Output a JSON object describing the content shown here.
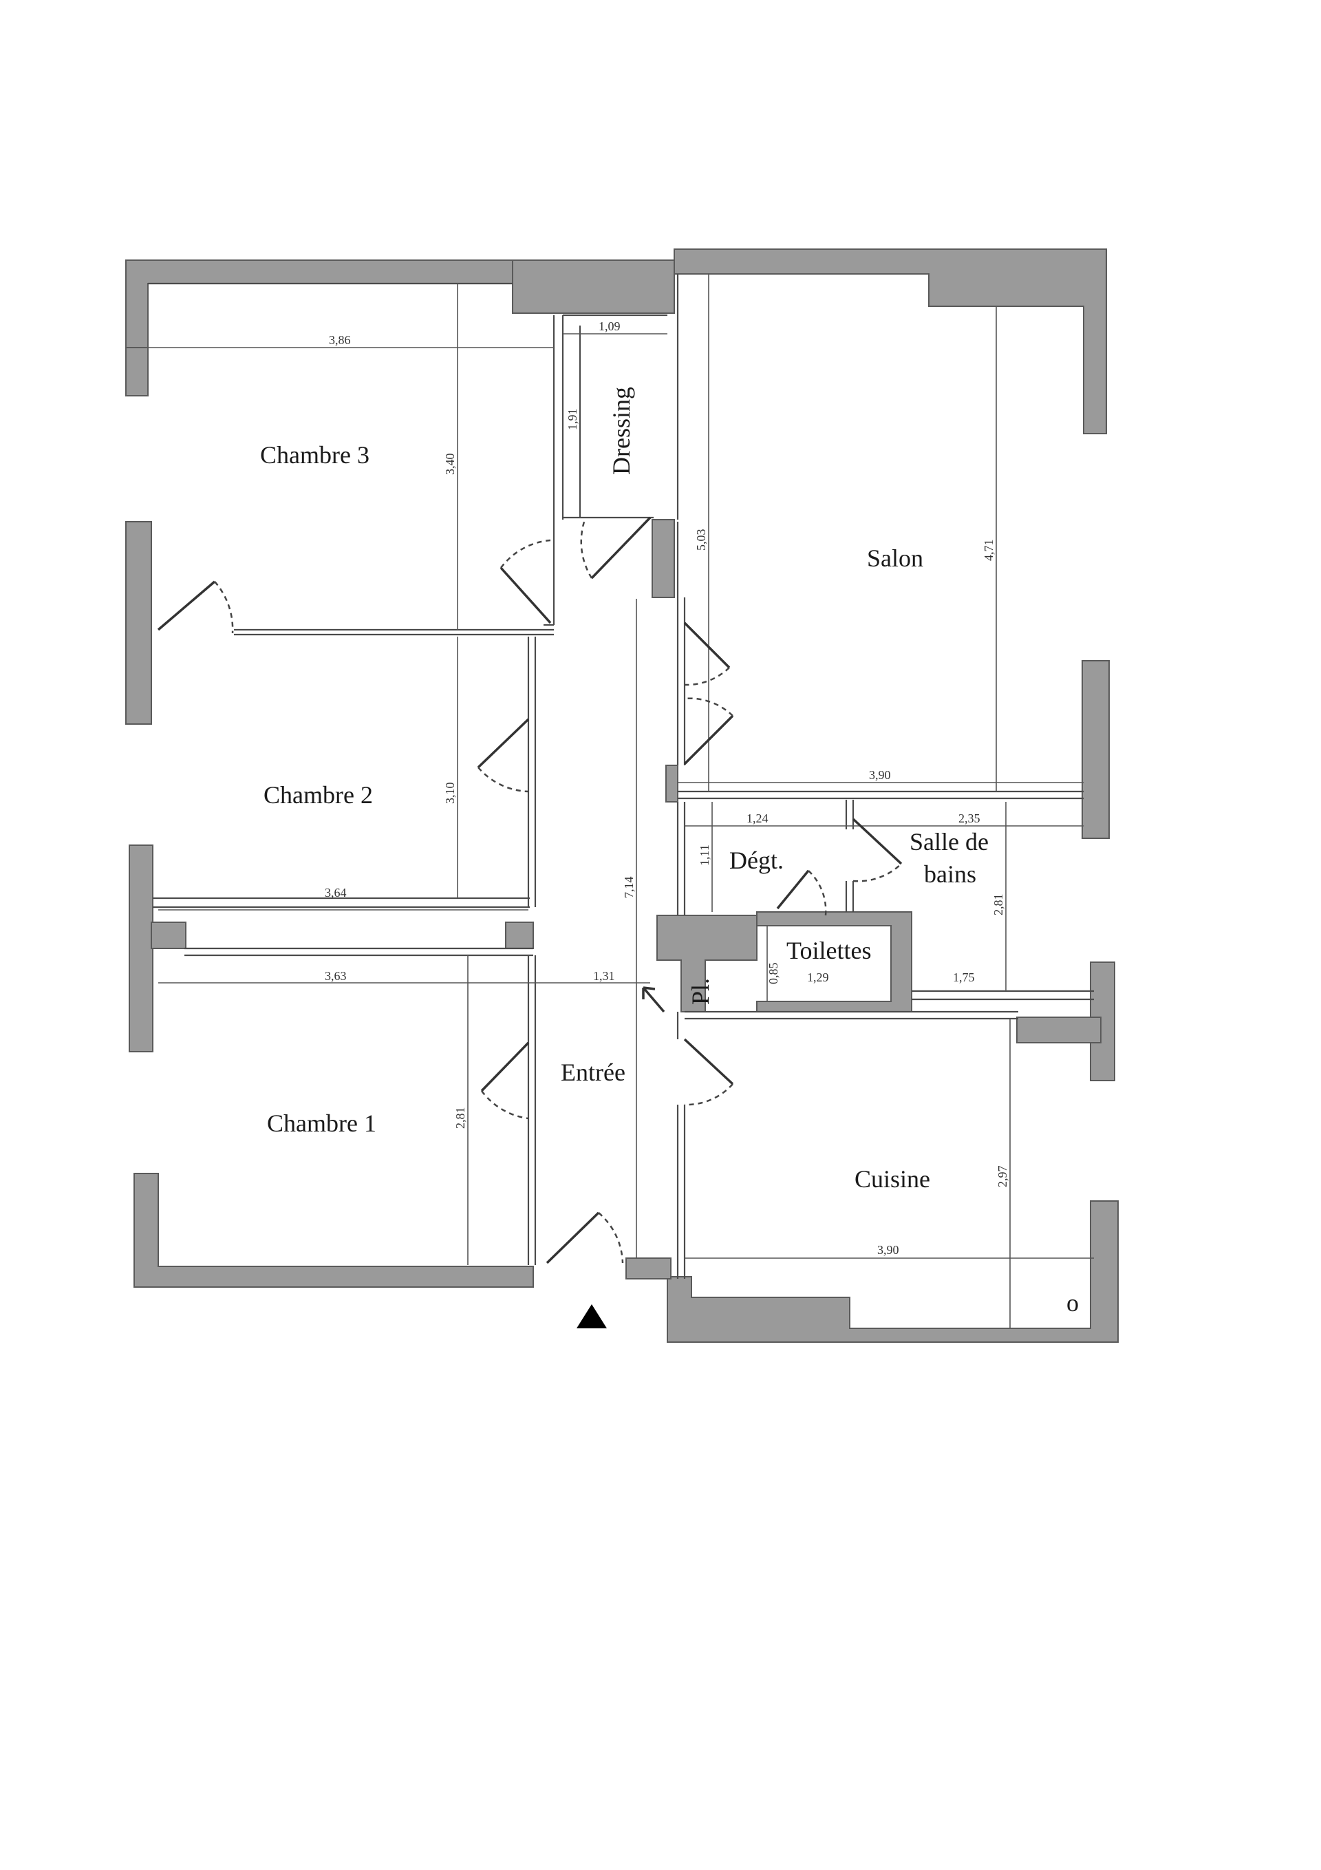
{
  "rooms": {
    "chambre3": "Chambre 3",
    "chambre2": "Chambre 2",
    "chambre1": "Chambre 1",
    "dressing": "Dressing",
    "salon": "Salon",
    "degt": "Dégt.",
    "salle_de_bains_line1": "Salle de",
    "salle_de_bains_line2": "bains",
    "toilettes": "Toilettes",
    "entree": "Entrée",
    "cuisine": "Cuisine",
    "placard": "Pl."
  },
  "dimensions": {
    "chambre3_width": "3,86",
    "chambre3_depth": "3,40",
    "dressing_width": "1,09",
    "dressing_depth": "1,91",
    "hall_length": "5,03",
    "salon_depth": "4,71",
    "salon_width": "3,90",
    "chambre2_depth": "3,10",
    "chambre2_width": "3,64",
    "degt_width": "1,24",
    "degt_depth": "1,11",
    "sdb_width": "2,35",
    "sdb_depth": "2,81",
    "corridor_length": "7,14",
    "toilettes_depth": "0,85",
    "toilettes_width": "1,29",
    "sdb_lower_width": "1,75",
    "chambre1_width": "3,63",
    "entree_width": "1,31",
    "chambre1_depth": "2,81",
    "cuisine_depth": "2,97",
    "cuisine_width": "3,90"
  },
  "symbols": {
    "entrance_marker": "entrance-arrow",
    "circle_mark": "o"
  }
}
